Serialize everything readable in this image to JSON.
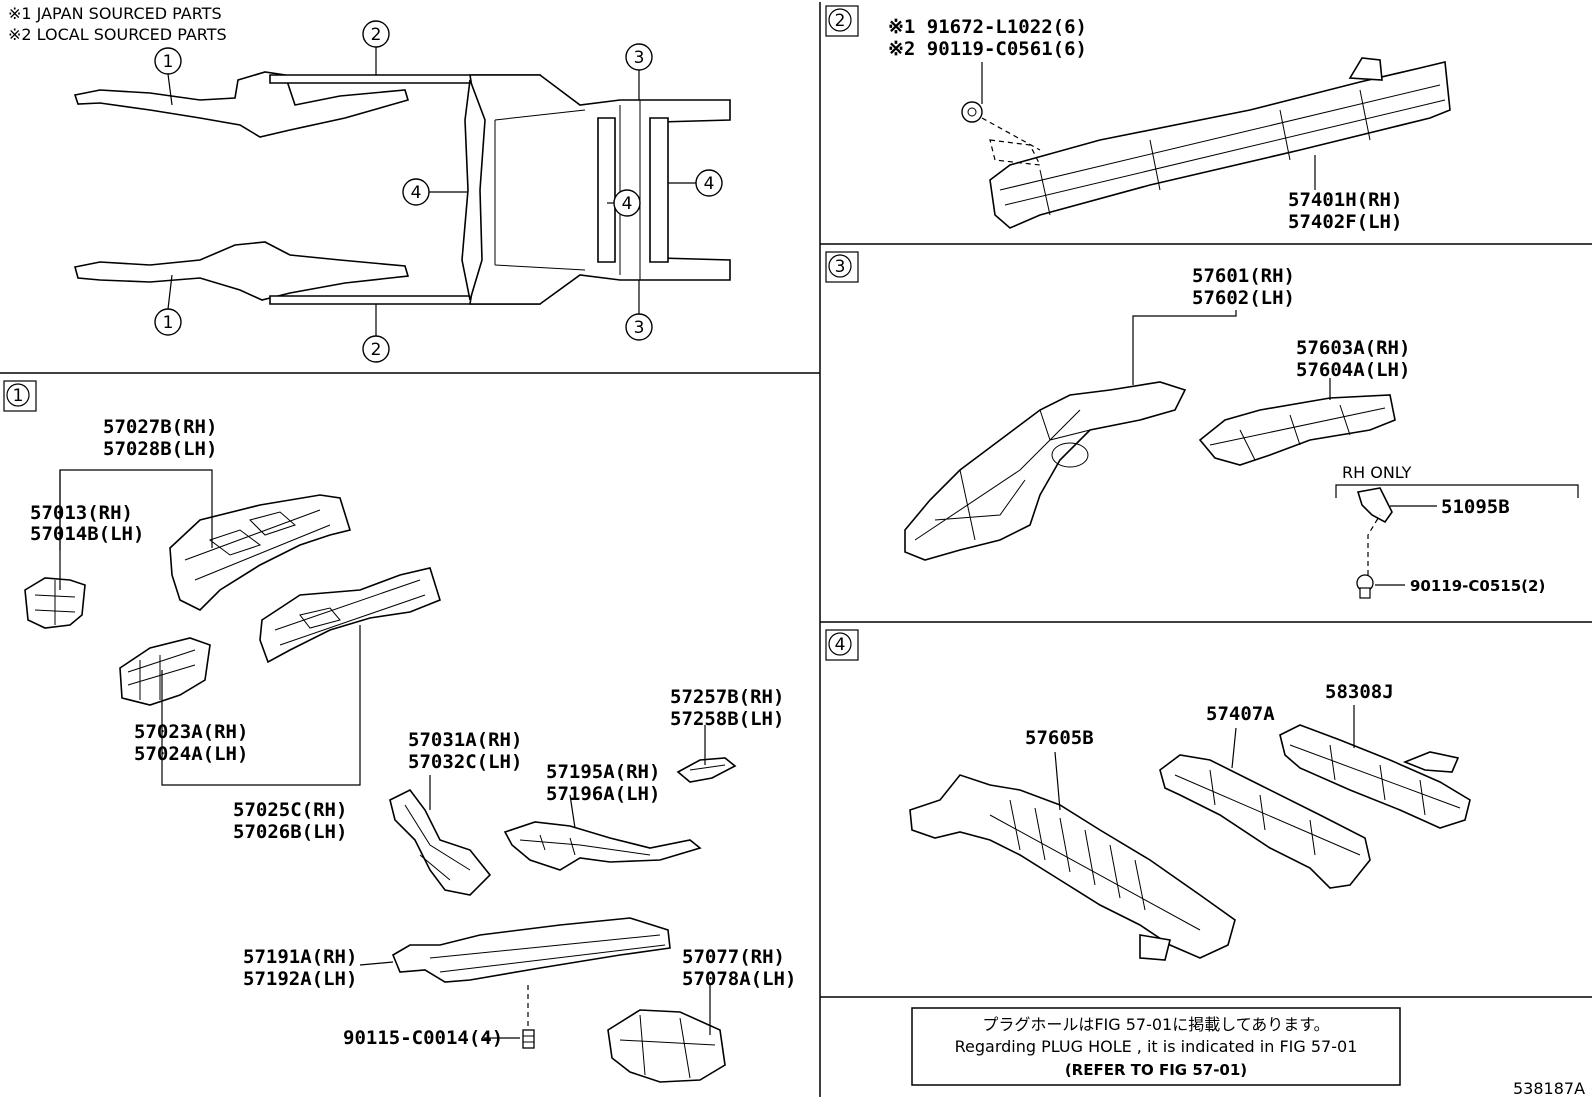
{
  "legend": {
    "note1": "※1 JAPAN SOURCED PARTS",
    "note2": "※2 LOCAL SOURCED PARTS"
  },
  "overview": {
    "callouts": [
      "1",
      "2",
      "3",
      "4"
    ]
  },
  "section1": {
    "marker": "1",
    "parts": {
      "p57027": [
        "57027B(RH)",
        "57028B(LH)"
      ],
      "p57013": [
        "57013(RH)",
        "57014B(LH)"
      ],
      "p57023": [
        "57023A(RH)",
        "57024A(LH)"
      ],
      "p57025": [
        "57025C(RH)",
        "57026B(LH)"
      ],
      "p57031": [
        "57031A(RH)",
        "57032C(LH)"
      ],
      "p57195": [
        "57195A(RH)",
        "57196A(LH)"
      ],
      "p57257": [
        "57257B(RH)",
        "57258B(LH)"
      ],
      "p57191": [
        "57191A(RH)",
        "57192A(LH)"
      ],
      "p57077": [
        "57077(RH)",
        "57078A(LH)"
      ],
      "bolt": "90115-C0014(4)"
    }
  },
  "section2": {
    "marker": "2",
    "bolt_options": [
      "※1 91672-L1022(6)",
      "※2 90119-C0561(6)"
    ],
    "parts": [
      "57401H(RH)",
      "57402F(LH)"
    ]
  },
  "section3": {
    "marker": "3",
    "p57601": [
      "57601(RH)",
      "57602(LH)"
    ],
    "p57603": [
      "57603A(RH)",
      "57604A(LH)"
    ],
    "rh_only": "RH ONLY",
    "bracket": "51095B",
    "bolt": "90119-C0515(2)"
  },
  "section4": {
    "marker": "4",
    "parts": [
      "57605B",
      "57407A",
      "58308J"
    ]
  },
  "refnote": {
    "line1": "プラグホールはFIG 57-01に掲載してあります。",
    "line2": "Regarding PLUG HOLE , it is indicated in FIG 57-01",
    "line3": "(REFER TO FIG 57-01)"
  },
  "figure_id": "538187A"
}
